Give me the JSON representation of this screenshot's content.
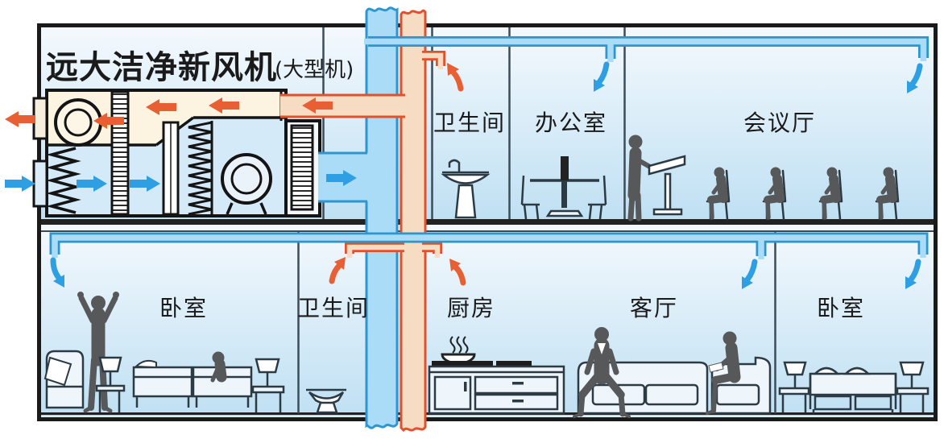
{
  "title": {
    "text": "远大洁净新风机",
    "suffix": "(大型机)"
  },
  "colors": {
    "fresh_air": "#2d9fe2",
    "exhaust_air": "#e8512b",
    "fresh_duct_fill": "#aadcf7",
    "exhaust_duct_fill": "#f7dcc4",
    "machine_exhaust_chamber": "#fcf4e1",
    "machine_fresh_chamber": "#d5eaf8",
    "silhouette": "#57585a",
    "outline": "#1a1a1a"
  },
  "floors": {
    "upper": {
      "rooms": [
        {
          "id": "bathroom-upper",
          "label": "卫生间"
        },
        {
          "id": "office",
          "label": "办公室"
        },
        {
          "id": "conference-hall",
          "label": "会议厅"
        }
      ]
    },
    "lower": {
      "rooms": [
        {
          "id": "bedroom-left",
          "label": "卧室"
        },
        {
          "id": "bathroom-lower",
          "label": "卫生间"
        },
        {
          "id": "kitchen",
          "label": "厨房"
        },
        {
          "id": "living-room",
          "label": "客厅"
        },
        {
          "id": "bedroom-right",
          "label": "卧室"
        }
      ]
    }
  }
}
